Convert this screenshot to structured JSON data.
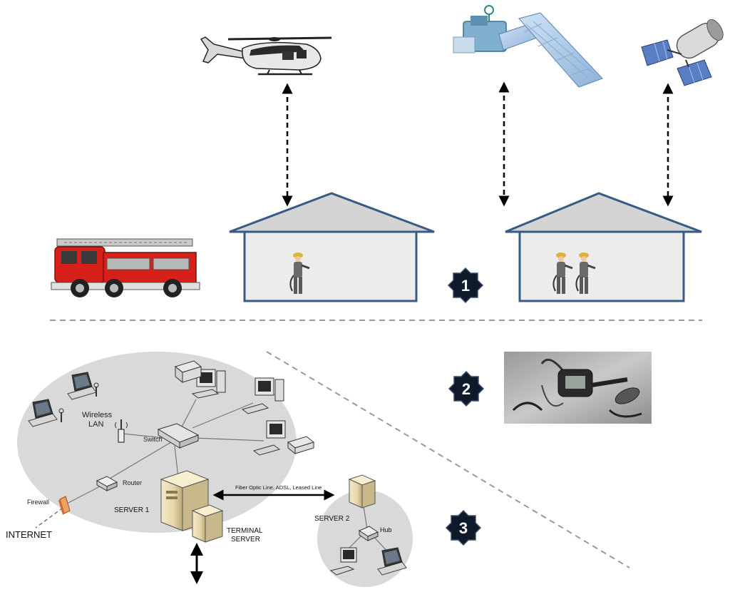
{
  "badges": {
    "b1": "1",
    "b2": "2",
    "b3": "3"
  },
  "labels": {
    "wireless_lan_line1": "Wireless",
    "wireless_lan_line2": "LAN",
    "switch": "Switch",
    "router": "Router",
    "firewall": "Firewall",
    "internet": "INTERNET",
    "server1": "SERVER 1",
    "terminal_line1": "TERMINAL",
    "terminal_line2": "SERVER",
    "server2": "SERVER 2",
    "hub": "Hub",
    "link": "Fiber Optic Line, ADSL, Leased Line"
  },
  "icons": {
    "helicopter": "helicopter-icon",
    "satellite_panel": "satellite-icon",
    "satellite_probe": "space-probe-icon",
    "fire_truck": "fire-truck-icon",
    "firefighter": "firefighter-icon",
    "wearable_device": "wearable-device-photo",
    "laptop": "laptop-icon",
    "desktop": "desktop-computer-icon",
    "printer": "printer-icon",
    "antenna": "antenna-icon",
    "server": "server-tower-icon"
  },
  "colors": {
    "house_stroke": "#3a5a86",
    "house_roof_fill": "#d4d4d4",
    "house_wall_fill": "#ececec",
    "badge_fill": "#0e1a2a",
    "network_ellipse": "#d9d9d9",
    "truck_red": "#d8201a",
    "divider": "#9a9a9a"
  }
}
